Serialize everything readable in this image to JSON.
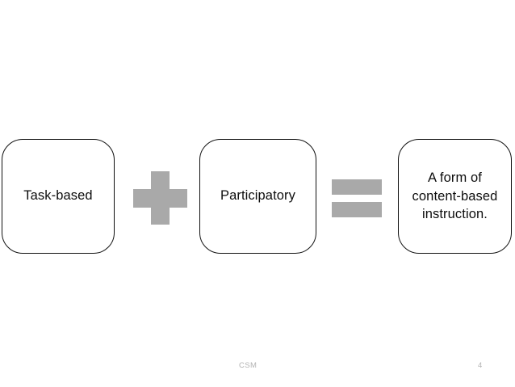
{
  "slide": {
    "background_color": "#ffffff",
    "shape_gray": "#a9a9a9",
    "outline_color": "#111111",
    "text_color": "#0d0d0d"
  },
  "equation": {
    "terms": [
      {
        "id": "task-based",
        "label": "Task-based"
      },
      {
        "id": "participatory",
        "label": "Participatory"
      },
      {
        "id": "result",
        "label": "A form of\ncontent-based\ninstruction."
      }
    ],
    "operators": [
      {
        "id": "plus",
        "symbol": "+",
        "icon": "plus-icon"
      },
      {
        "id": "equals",
        "symbol": "=",
        "icon": "equals-icon"
      }
    ]
  },
  "footer": {
    "label": "CSM",
    "page_number": "4"
  }
}
